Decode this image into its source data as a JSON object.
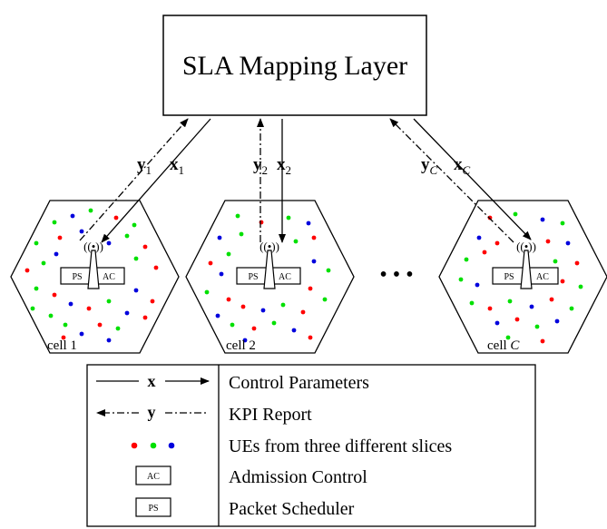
{
  "top_box": {
    "label": "SLA Mapping Layer"
  },
  "links": [
    {
      "y_label": "y",
      "y_sub": "1",
      "x_label": "x",
      "x_sub": "1"
    },
    {
      "y_label": "y",
      "y_sub": "2",
      "x_label": "x",
      "x_sub": "2"
    },
    {
      "y_label": "y",
      "y_sub": "C",
      "x_label": "x",
      "x_sub": "C"
    }
  ],
  "cells": [
    {
      "label": "cell 1"
    },
    {
      "label": "cell 2"
    },
    {
      "label_prefix": "cell ",
      "label_var": "C"
    }
  ],
  "bs": {
    "ps_label": "PS",
    "ac_label": "AC"
  },
  "ellipsis": "• • •",
  "ue_colors": {
    "red": "#ff0000",
    "green": "#00e000",
    "blue": "#0000dd"
  },
  "legend": {
    "x_symbol": "x",
    "y_symbol": "y",
    "ac_box": "AC",
    "ps_box": "PS",
    "rows": [
      {
        "text": "Control Parameters"
      },
      {
        "text": "KPI Report"
      },
      {
        "text": "UEs from three different slices"
      },
      {
        "text": "Admission Control"
      },
      {
        "text": "Packet Scheduler"
      }
    ]
  }
}
